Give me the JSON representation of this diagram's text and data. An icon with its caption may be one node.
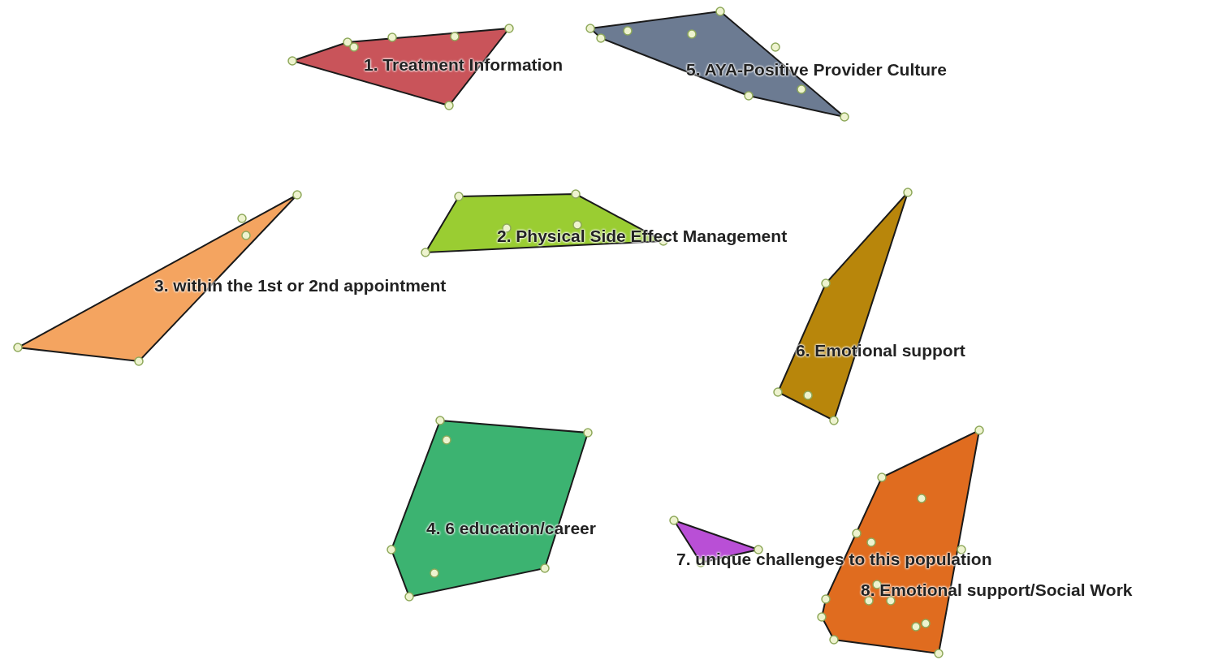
{
  "diagram": {
    "nodes": [
      {
        "text": [
          "1. Treatment Information"
        ]
      },
      {
        "text": [
          "5. AYA-Positive Provider Culture"
        ]
      },
      {
        "text": [
          "3. within the 1st or 2nd appointment"
        ]
      },
      {
        "text": [
          "2. Physical Side Effect Management"
        ]
      },
      {
        "text": [
          "6. Emotional support"
        ]
      },
      {
        "text": [
          "4. 6 education/career"
        ]
      },
      {
        "text": [
          "7. unique challenges to this population"
        ]
      },
      {
        "text": [
          "8. Emotional support/Social Work"
        ]
      }
    ]
  }
}
